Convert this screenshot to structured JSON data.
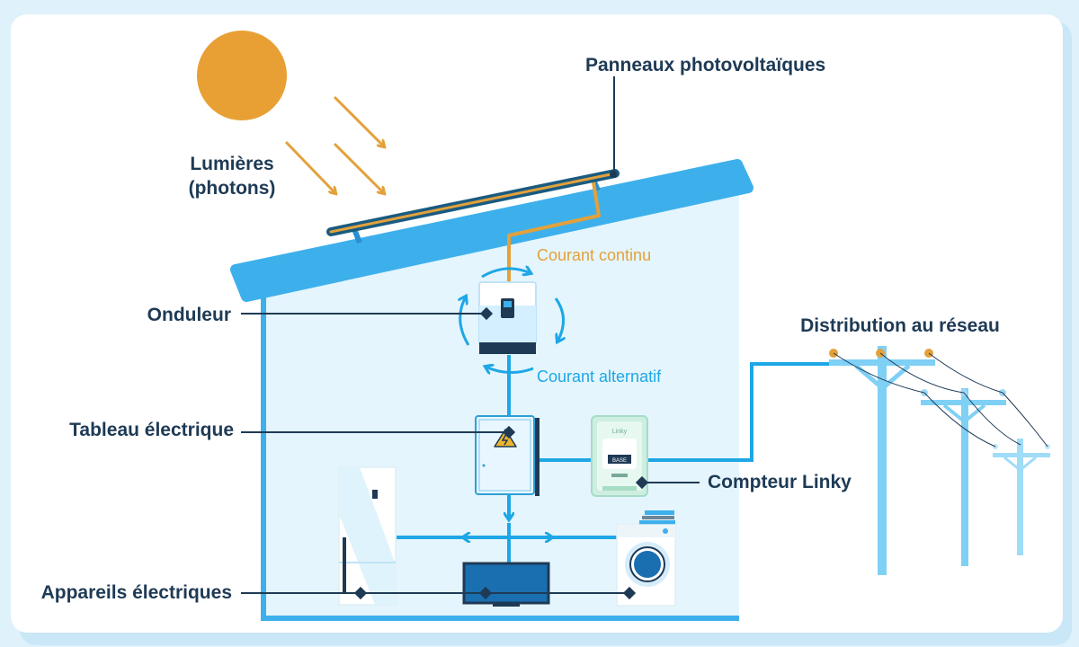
{
  "labels": {
    "panels": "Panneaux photovoltaïques",
    "light_line1": "Lumières",
    "light_line2": "(photons)",
    "dc": "Courant continu",
    "ac": "Courant alternatif",
    "inverter": "Onduleur",
    "panel_board": "Tableau électrique",
    "meter": "Compteur Linky",
    "grid": "Distribution au réseau",
    "appliances": "Appareils électriques",
    "meter_brand": "Linky",
    "meter_screen": "BASE"
  },
  "colors": {
    "background": "#dff1fb",
    "card": "#ffffff",
    "sun": "#e8a035",
    "dc_wire": "#e3a13b",
    "ac_wire": "#1ea7e6",
    "roof": "#3db0ec",
    "house_fill": "#e4f5fd",
    "label_text": "#1e3a55",
    "pole": "#7fd0f5",
    "meter_body": "#cdeee0"
  }
}
